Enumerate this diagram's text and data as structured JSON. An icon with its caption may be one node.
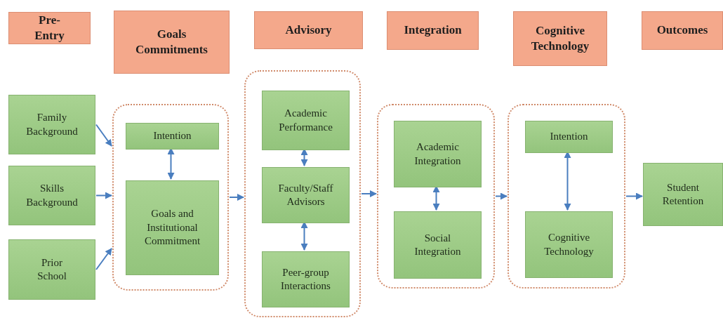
{
  "diagram": {
    "nodes": [
      {
        "text": [
          "Pre-Entry"
        ]
      },
      {
        "text": [
          "Goals Commitments"
        ]
      },
      {
        "text": [
          "Advisory"
        ]
      },
      {
        "text": [
          "Integration"
        ]
      },
      {
        "text": [
          "Cognitive Technology"
        ]
      },
      {
        "text": [
          "Outcomes"
        ]
      },
      {
        "text": [
          "Family Background"
        ]
      },
      {
        "text": [
          "Skills Background"
        ]
      },
      {
        "text": [
          "Prior School"
        ]
      },
      {
        "text": [],
        "shape": "box"
      },
      {
        "text": [
          "Intention"
        ],
        "in": 9
      },
      {
        "text": [
          "Goals and Institutional Commitment"
        ],
        "in": 9
      },
      {
        "text": [],
        "shape": "box"
      },
      {
        "text": [
          "Academic Performance"
        ],
        "in": 12
      },
      {
        "text": [
          "Faculty/Staff Advisors"
        ],
        "in": 12
      },
      {
        "text": [
          "Peer-group Interactions"
        ],
        "in": 12
      },
      {
        "text": [],
        "shape": "box"
      },
      {
        "text": [
          "Academic Integration"
        ],
        "in": 16
      },
      {
        "text": [
          "Social Integration"
        ],
        "in": 16
      },
      {
        "text": [],
        "shape": "box"
      },
      {
        "text": [
          "Intention"
        ],
        "in": 19
      },
      {
        "text": [
          "Cognitive Technology"
        ],
        "in": 19
      },
      {
        "text": [
          "Student Retention"
        ]
      }
    ],
    "edges": [
      {
        "from": 6,
        "to": 9,
        "arrow": "to"
      },
      {
        "from": 7,
        "to": 9,
        "arrow": "to"
      },
      {
        "from": 8,
        "to": 9,
        "arrow": "to"
      },
      {
        "from": 10,
        "to": 11,
        "arrow": "both"
      },
      {
        "from": 9,
        "to": 12,
        "arrow": "to"
      },
      {
        "from": 13,
        "to": 14,
        "arrow": "both"
      },
      {
        "from": 14,
        "to": 15,
        "arrow": "both"
      },
      {
        "from": 12,
        "to": 16,
        "arrow": "to"
      },
      {
        "from": 17,
        "to": 18,
        "arrow": "both"
      },
      {
        "from": 16,
        "to": 19,
        "arrow": "to"
      },
      {
        "from": 20,
        "to": 21,
        "arrow": "both"
      },
      {
        "from": 19,
        "to": 22,
        "arrow": "to"
      }
    ]
  }
}
